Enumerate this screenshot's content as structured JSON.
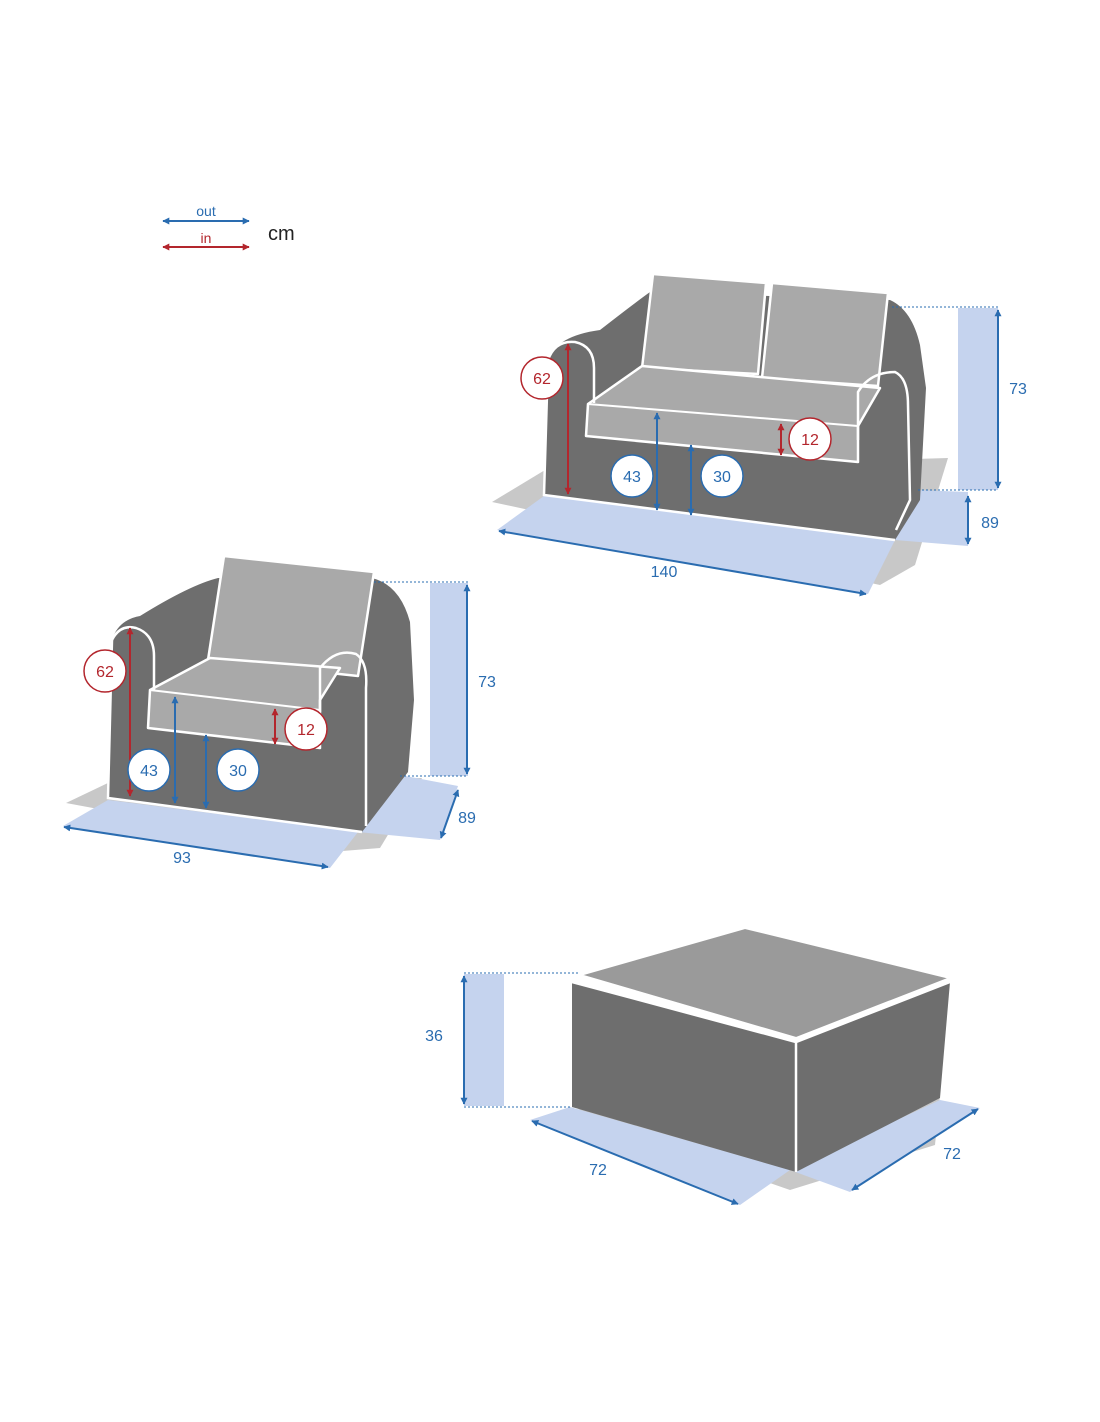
{
  "legend": {
    "out_label": "out",
    "in_label": "in",
    "unit": "cm"
  },
  "colors": {
    "outer": "#2a6cb0",
    "inner": "#b3262d",
    "band": "#c5d3ee",
    "body": "#6e6e6e",
    "cushion": "#a9a9a9",
    "shadow": "#c8c8c8"
  },
  "sofa": {
    "inner_height": "62",
    "total_height": "73",
    "cushion_thickness": "12",
    "seat_height": "43",
    "under_seat_height": "30",
    "width": "140",
    "depth": "89"
  },
  "armchair": {
    "inner_height": "62",
    "total_height": "73",
    "cushion_thickness": "12",
    "seat_height": "43",
    "under_seat_height": "30",
    "width": "93",
    "depth": "89"
  },
  "ottoman": {
    "height": "36",
    "width": "72",
    "depth": "72"
  }
}
